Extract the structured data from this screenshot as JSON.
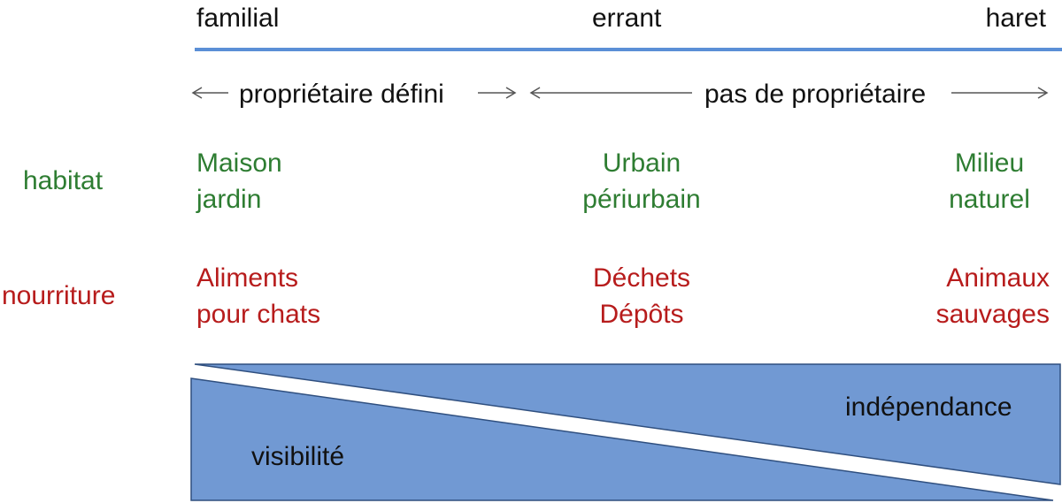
{
  "categories": {
    "left": "familial",
    "middle": "errant",
    "right": "haret"
  },
  "ownership": {
    "defined": "propriétaire défini",
    "none": "pas de propriétaire"
  },
  "rows": {
    "habitat": {
      "label": "habitat",
      "left": [
        "Maison",
        "jardin"
      ],
      "middle": [
        "Urbain",
        "périurbain"
      ],
      "right": [
        "Milieu",
        "naturel"
      ]
    },
    "nourriture": {
      "label": "nourriture",
      "left": [
        "Aliments",
        "pour chats"
      ],
      "middle": [
        "Déchets",
        "Dépôts"
      ],
      "right": [
        "Animaux",
        "sauvages"
      ]
    }
  },
  "gradient": {
    "visibility": "visibilité",
    "independence": "indépendance"
  },
  "colors": {
    "line": "#5b8fd6",
    "habitat": "#2e7d32",
    "nourriture": "#b71c1c",
    "triangle_fill": "#7199d3",
    "triangle_stroke": "#2f4f7f"
  }
}
